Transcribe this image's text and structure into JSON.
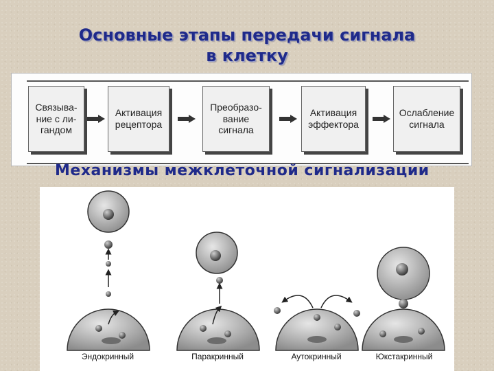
{
  "title": {
    "line1": "Основные этапы передачи сигнала",
    "line2": "в клетку"
  },
  "stages": [
    {
      "label": "Связыва-\nние с ли-\nгандом"
    },
    {
      "label": "Активация\nрецептора"
    },
    {
      "label": "Преобразо-\nвание\nсигнала"
    },
    {
      "label": "Активация\nэффектора"
    },
    {
      "label": "Ослабление\nсигнала"
    }
  ],
  "subtitle": "Механизмы межклеточной сигнализации",
  "mechanisms": [
    {
      "label": "Эндокринный"
    },
    {
      "label": "Паракринный"
    },
    {
      "label": "Аутокринный"
    },
    {
      "label": "Юкстакринный"
    }
  ],
  "colors": {
    "title": "#1f2a8a",
    "background": "#d9cfbe"
  }
}
